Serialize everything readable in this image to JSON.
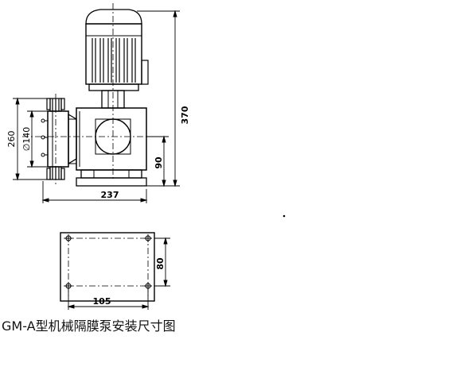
{
  "caption": "GM-A型机械隔膜泵安装尺寸图",
  "dimensions": {
    "total_height": "370",
    "shaft_height": "90",
    "overall_width": "237",
    "flange_outer": "260",
    "flange_diameter": "∅140",
    "base_hole_spacing_y": "80",
    "base_hole_spacing_x": "105"
  }
}
